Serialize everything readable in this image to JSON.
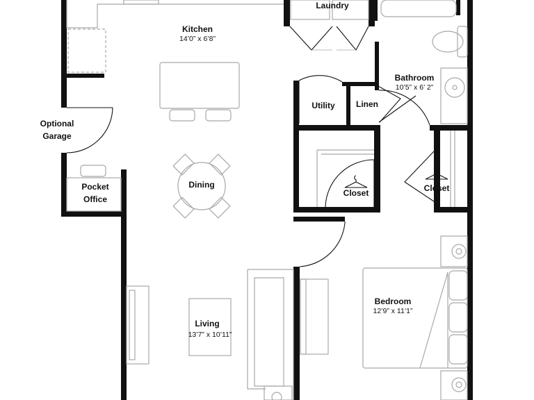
{
  "rooms": {
    "laundry": {
      "name": "Laundry"
    },
    "kitchen": {
      "name": "Kitchen",
      "size": "14’0” x 6’8”"
    },
    "bathroom": {
      "name": "Bathroom",
      "size": "10’5” x 6’ 2”"
    },
    "utility": {
      "name": "Utility"
    },
    "linen": {
      "name": "Linen"
    },
    "optional_garage": {
      "line1": "Optional",
      "line2": "Garage"
    },
    "dining": {
      "name": "Dining"
    },
    "closet_left": {
      "name": "Closet"
    },
    "closet_right": {
      "name": "Closet"
    },
    "pocket_office": {
      "line1": "Pocket",
      "line2": "Office"
    },
    "bedroom": {
      "name": "Bedroom",
      "size": "12’9” x 11’1”"
    },
    "living": {
      "name": "Living",
      "size": "13’7” x 10’11”"
    }
  },
  "colors": {
    "wall": "#111111",
    "fixture": "#a8a8a8",
    "background": "#ffffff"
  },
  "icons": [
    "hanger-icon"
  ]
}
